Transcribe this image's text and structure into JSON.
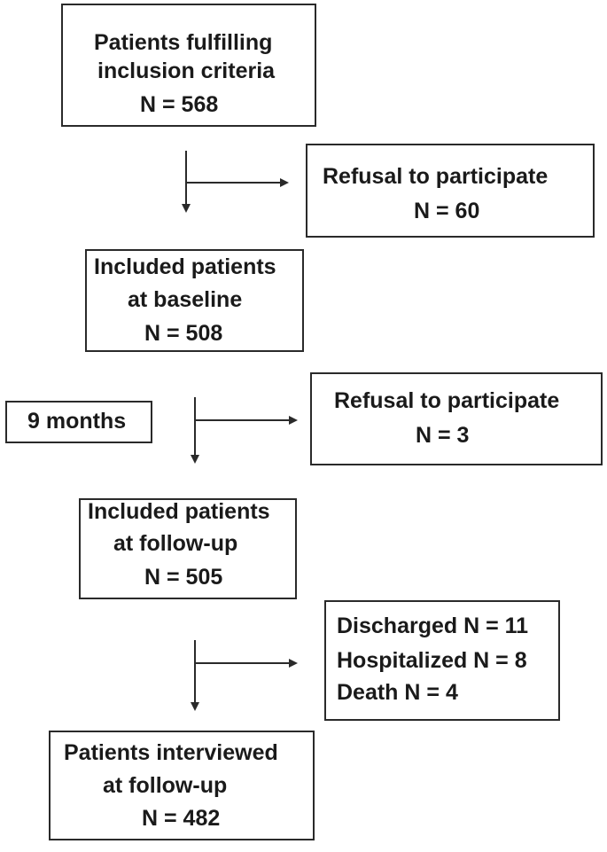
{
  "flow": {
    "box1": {
      "line1": "Patients fulfilling",
      "line2": "inclusion criteria",
      "line3": "N = 568"
    },
    "box2": {
      "line1": "Refusal to participate",
      "line2": "N = 60"
    },
    "box3": {
      "line1": "Included patients",
      "line2": "at baseline",
      "line3": "N = 508"
    },
    "box4": {
      "label": "9 months"
    },
    "box5": {
      "line1": "Refusal to participate",
      "line2": "N = 3"
    },
    "box6": {
      "line1": "Included patients",
      "line2": "at follow-up",
      "line3": "N = 505"
    },
    "box7": {
      "line1": "Discharged N = 11",
      "line2": "Hospitalized N = 8",
      "line3": "Death N = 4"
    },
    "box8": {
      "line1": "Patients interviewed",
      "line2": "at follow-up",
      "line3": "N = 482"
    }
  },
  "colors": {
    "border": "#2a2a2a",
    "text": "#1a1a1a",
    "background": "#ffffff"
  }
}
